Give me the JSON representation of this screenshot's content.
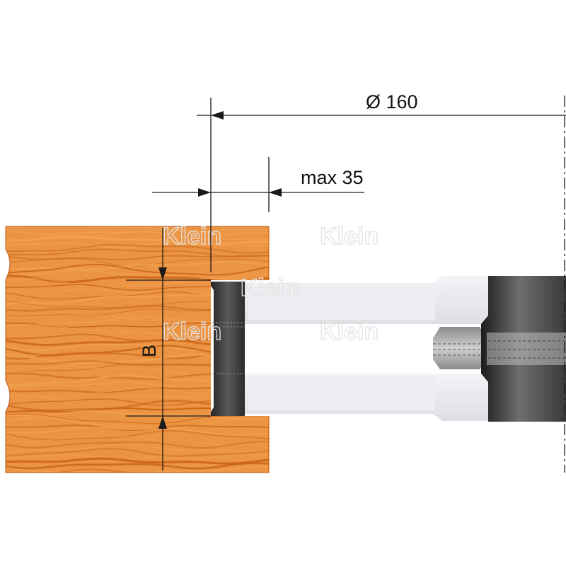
{
  "dimensions": {
    "diameter_label": "Ø 160",
    "depth_label": "max 35",
    "width_label": "B"
  },
  "watermark_text": "Klein",
  "colors": {
    "wood_light": "#f2a24e",
    "wood_dark": "#c9651c",
    "cutter_body": "#e9e9ef",
    "knife": "#3a3a3a",
    "hub": "#4a4a4a",
    "line": "#1a1a1a"
  }
}
